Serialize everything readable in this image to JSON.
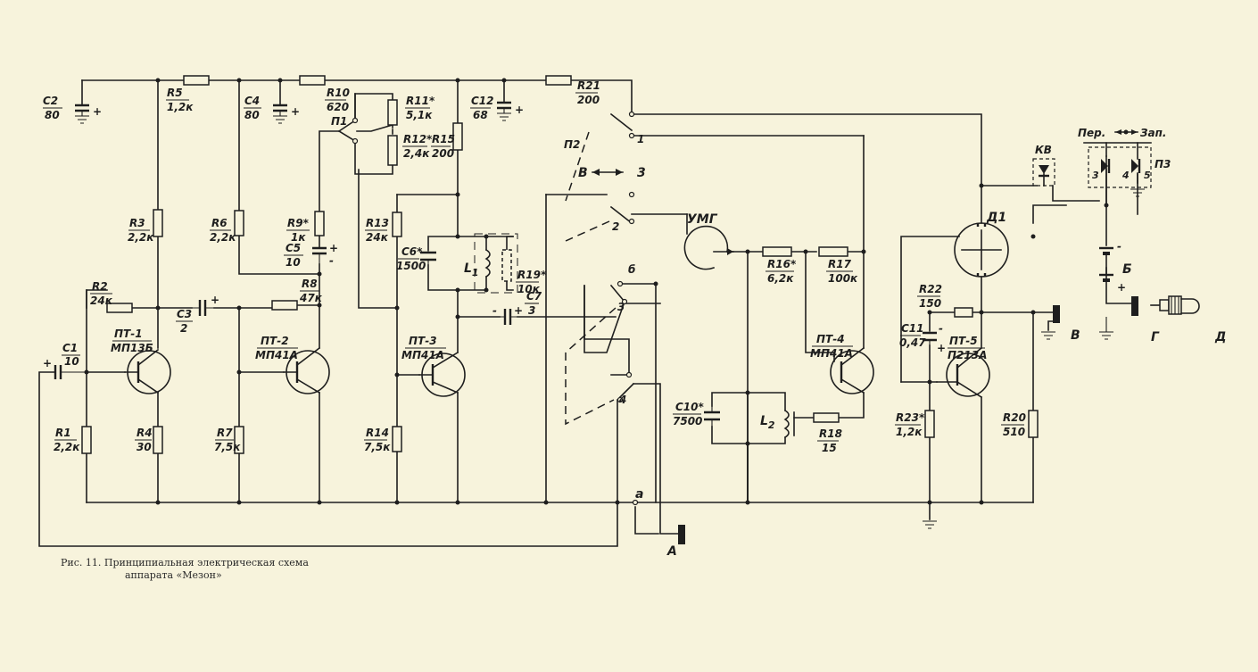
{
  "caption": {
    "line1": "Рис. 11. Принципиальная электрическая схема",
    "line2": "аппарата «Мезон»"
  },
  "components": {
    "C1": {
      "name": "C1",
      "value": "10"
    },
    "C2": {
      "name": "C2",
      "value": "80"
    },
    "C3": {
      "name": "C3",
      "value": "2"
    },
    "C4": {
      "name": "C4",
      "value": "80"
    },
    "C5": {
      "name": "C5",
      "value": "10"
    },
    "C6": {
      "name": "C6*",
      "value": "1500"
    },
    "C7": {
      "name": "C7",
      "value": "3"
    },
    "C10": {
      "name": "C10*",
      "value": "7500"
    },
    "C11": {
      "name": "C11",
      "value": "0,47"
    },
    "C12": {
      "name": "C12",
      "value": "68"
    },
    "R1": {
      "name": "R1",
      "value": "2,2к"
    },
    "R2": {
      "name": "R2",
      "value": "24к"
    },
    "R3": {
      "name": "R3",
      "value": "2,2к"
    },
    "R4": {
      "name": "R4",
      "value": "30"
    },
    "R5": {
      "name": "R5",
      "value": "1,2к"
    },
    "R6": {
      "name": "R6",
      "value": "2,2к"
    },
    "R7": {
      "name": "R7",
      "value": "7,5к"
    },
    "R8": {
      "name": "R8",
      "value": "47к"
    },
    "R9": {
      "name": "R9*",
      "value": "1к"
    },
    "R10": {
      "name": "R10",
      "value": "620"
    },
    "R11": {
      "name": "R11*",
      "value": "5,1к"
    },
    "R12": {
      "name": "R12*",
      "value": "2,4к"
    },
    "R13": {
      "name": "R13",
      "value": "24к"
    },
    "R14": {
      "name": "R14",
      "value": "7,5к"
    },
    "R15": {
      "name": "R15",
      "value": "200"
    },
    "R16": {
      "name": "R16*",
      "value": "6,2к"
    },
    "R17": {
      "name": "R17",
      "value": "100к"
    },
    "R18": {
      "name": "R18",
      "value": "15"
    },
    "R19": {
      "name": "R19*",
      "value": "10к"
    },
    "R20": {
      "name": "R20",
      "value": "510"
    },
    "R21": {
      "name": "R21",
      "value": "200"
    },
    "R22": {
      "name": "R22",
      "value": "150"
    },
    "R23": {
      "name": "R23*",
      "value": "1,2к"
    },
    "PT1": {
      "name": "ПТ-1",
      "type": "МП13Б"
    },
    "PT2": {
      "name": "ПТ-2",
      "type": "МП41А"
    },
    "PT3": {
      "name": "ПТ-3",
      "type": "МП41А"
    },
    "PT4": {
      "name": "ПТ-4",
      "type": "МП41А"
    },
    "PT5": {
      "name": "ПТ-5",
      "type": "П213А"
    }
  },
  "labels": {
    "L1": "L",
    "L1sub": "1",
    "L2": "L",
    "L2sub": "2",
    "UMG": "УМГ",
    "D1": "Д1",
    "KV": "КВ",
    "P1": "П1",
    "P2": "П2",
    "P3": "П3",
    "per": "Пер.",
    "zap": "Зап.",
    "B_mode": "В",
    "mode3": "3",
    "battery": "Б",
    "jackV": "В",
    "jackG": "Г",
    "jackD": "Д",
    "jackA": "А",
    "nodeA": "а",
    "pos1": "1",
    "pos2": "2",
    "pos3": "3",
    "pos4": "4",
    "posB": "б",
    "plus": "+",
    "minus": "-",
    "t3": "3",
    "t4": "4",
    "t5": "5"
  }
}
